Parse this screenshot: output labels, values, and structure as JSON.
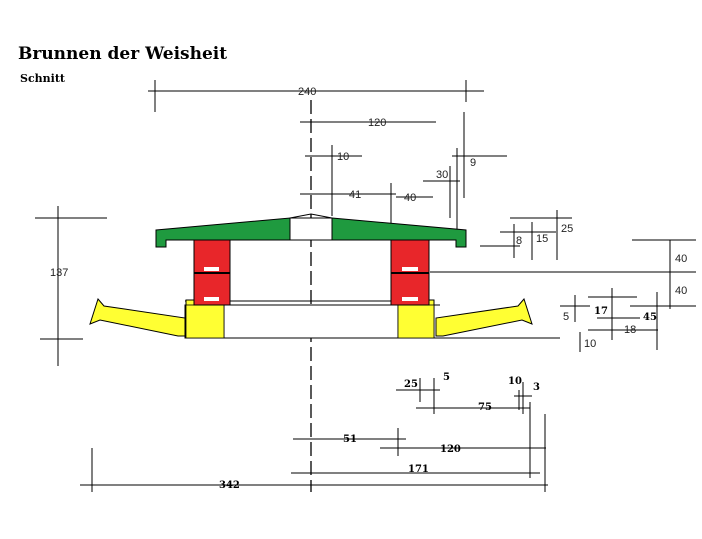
{
  "title": "Brunnen der Weisheit",
  "subtitle": "Schnitt",
  "colors": {
    "roof": "#1f9a3f",
    "red_block": "#e8262a",
    "yellow": "#ffff33",
    "outline": "#000000"
  },
  "dimensions": {
    "d240": "240",
    "d120_top": "120",
    "d10_top": "10",
    "d9": "9",
    "d30": "30",
    "d41": "41",
    "d40_top": "40",
    "d25_right": "25",
    "d8": "8",
    "d15": "15",
    "d137": "137",
    "d40_r1": "40",
    "d40_r2": "40",
    "d5_right": "5",
    "d17": "17",
    "d45": "45",
    "d18": "18",
    "d10_right": "10",
    "d25_bot": "25",
    "d5_bot": "5",
    "d10_bot": "10",
    "d3": "3",
    "d75": "75",
    "d51": "51",
    "d120_bot": "120",
    "d171": "171",
    "d342": "342"
  }
}
